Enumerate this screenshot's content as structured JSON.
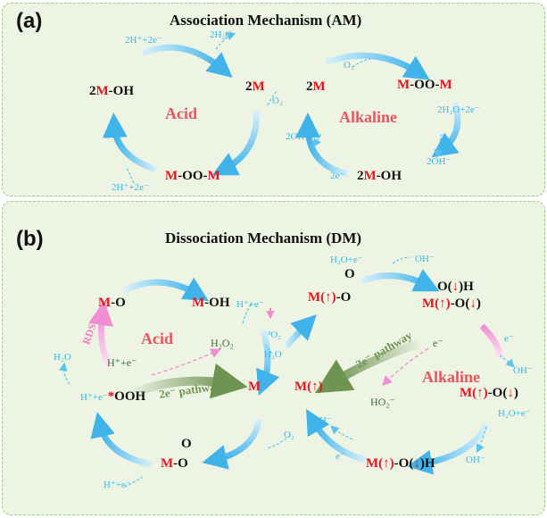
{
  "panel_a": {
    "label": "(a)",
    "title": "Association Mechanism (AM)",
    "acid": "Acid",
    "alkaline": "Alkaline",
    "species": {
      "m_oh_left": {
        "m": "M",
        "rest": "-OH",
        "pre": "2"
      },
      "two_m_acid": {
        "pre": "2",
        "m": "M"
      },
      "moom_acid": {
        "m1": "M",
        "mid": "-OO-",
        "m2": "M"
      },
      "two_m_alk": {
        "pre": "2",
        "m": "M"
      },
      "moom_alk": {
        "m1": "M",
        "mid": "-OO-",
        "m2": "M"
      },
      "two_m_oh_alk": {
        "pre": "2",
        "m": "M",
        "rest": "-OH"
      }
    },
    "cyan_labels": {
      "h_top": "2H⁺+2e⁻",
      "h2o_top": "2H₂O",
      "o2_acid": "O₂",
      "h_bottom": "2H⁺+2e⁻",
      "o2_alk": "O₂",
      "h2o_e_alk": "2H₂O+2e⁻",
      "oh_left": "2OH⁻",
      "oh_right": "2OH⁻",
      "e_alk": "2e⁻"
    }
  },
  "panel_b": {
    "label": "(b)",
    "title": "Dissociation Mechanism (DM)",
    "acid": "Acid",
    "alkaline": "Alkaline",
    "rds": "RDS",
    "pathway_acid": "2e⁻ pathway",
    "pathway_alk": "2e⁻ pathway",
    "species": {
      "mo": {
        "m": "M",
        "rest": "-O"
      },
      "moh": {
        "m": "M",
        "rest": "-OH"
      },
      "m_center": "M",
      "ooh": {
        "pre": "H⁺+e⁻",
        "star": "*",
        "rest": "OOH"
      },
      "mo_o": {
        "m": "M",
        "rest": "-O"
      },
      "m_up_oo": {
        "m": "M(↑)",
        "rest": "-O"
      },
      "m_up_center": "M(↑)",
      "top_right": {
        "m": "M(↑)",
        "rest1": "-O(",
        "spin": "↓",
        "rest2": ")"
      },
      "top_right_upper": {
        "o": "O(",
        "spin": "↓",
        "rest": ")H"
      },
      "right": {
        "m": "M(↑)",
        "rest1": "-O(",
        "spin": "↓",
        "rest2": ")"
      },
      "bottom_right": {
        "m": "M(↑)",
        "rest1": "-O(",
        "spin": "↓",
        "rest2": ")H"
      }
    },
    "cyan_labels": {
      "h_e_moh": "H⁺+e⁻",
      "h2o_left": "H₂O",
      "h2o_acid": "H₂O",
      "o2_acid": "O₂",
      "h_e_bottom": "H⁺+e⁻",
      "h2o_e_top": "H₂O+e⁻",
      "oh_top": "OH⁻",
      "e_right": "e⁻",
      "oh_right": "OH⁻",
      "h2o_e_right": "H₂O+e⁻",
      "oh_bottom_right": "OH⁻",
      "oh_bottom": "OH⁻",
      "e_bottom": "e⁻",
      "o2_alk": "³O₂"
    },
    "other_labels": {
      "h2o2": "H₂O₂",
      "h_e_green": "H⁺+e⁻",
      "ho2": "HO₂⁻",
      "e_alk_small": "e⁻"
    }
  },
  "colors": {
    "panel_bg": "#eef4e3",
    "panel_border": "#9ccc7e",
    "metal_red": "#e8141c",
    "acid_label": "#e9545e",
    "arrow_blue": "#5cc3ee",
    "pathway_green": "#7ea76a",
    "rds_pink": "#f3a3dc",
    "cyan_text": "#38b8e6"
  }
}
